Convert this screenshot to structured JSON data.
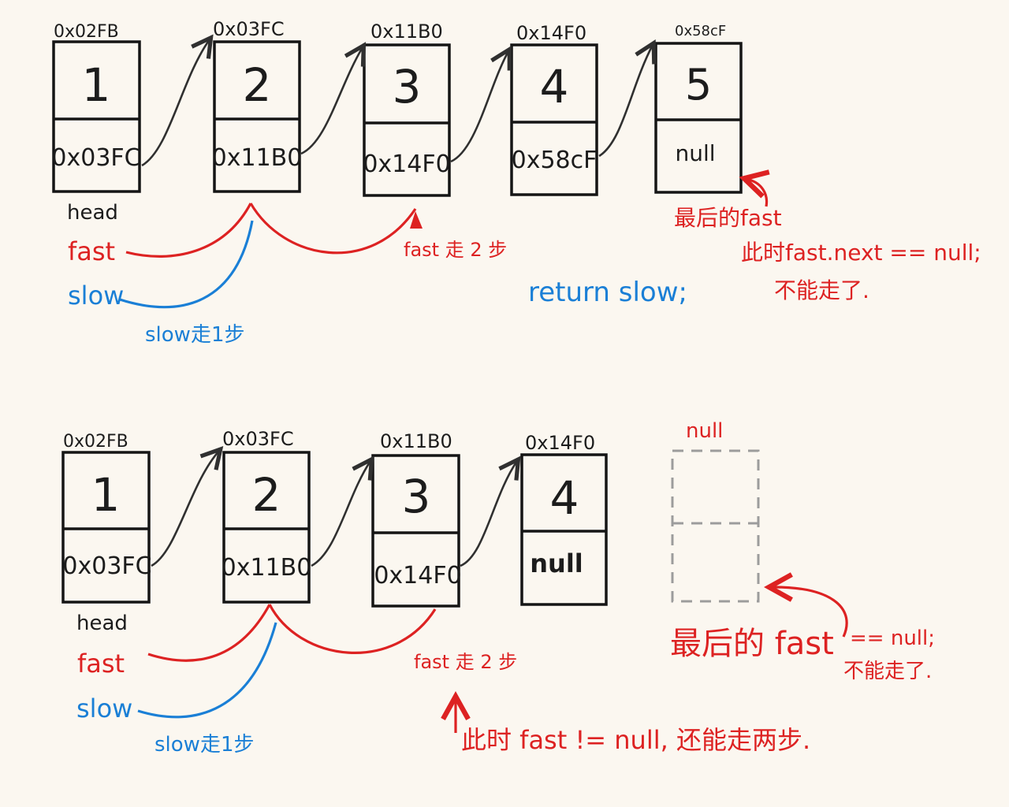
{
  "top": {
    "nodes": [
      {
        "addr": "0x02FB",
        "value": "1",
        "next": "0x03FC"
      },
      {
        "addr": "0x03FC",
        "value": "2",
        "next": "0x11B0"
      },
      {
        "addr": "0x11B0",
        "value": "3",
        "next": "0x14F0"
      },
      {
        "addr": "0x14F0",
        "value": "4",
        "next": "0x58cF"
      },
      {
        "addr": "0x58cF",
        "value": "5",
        "next": "null"
      }
    ],
    "head_label": "head",
    "fast_label": "fast",
    "slow_label": "slow",
    "fast_step": "fast 走 2 步",
    "slow_step": "slow走1步",
    "return_text": "return slow;",
    "last_fast": "最后的fast",
    "note_line1": "此时fast.next == null;",
    "note_line2": "不能走了."
  },
  "bottom": {
    "nodes": [
      {
        "addr": "0x02FB",
        "value": "1",
        "next": "0x03FC"
      },
      {
        "addr": "0x03FC",
        "value": "2",
        "next": "0x11B0"
      },
      {
        "addr": "0x11B0",
        "value": "3",
        "next": "0x14F0"
      },
      {
        "addr": "0x14F0",
        "value": "4",
        "next": "null"
      }
    ],
    "null_label": "null",
    "head_label": "head",
    "fast_label": "fast",
    "slow_label": "slow",
    "fast_step": "fast 走 2 步",
    "slow_step": "slow走1步",
    "last_fast": "最后的 fast",
    "last_fast_eq": "== null;",
    "last_fast_note": "不能走了.",
    "note": "此时 fast != null, 还能走两步."
  },
  "colors": {
    "ink": "#1c1c1c",
    "red": "#dd2222",
    "blue": "#1a7fd6",
    "paper": "#fbf7f0",
    "dashed": "#9c9c9c"
  }
}
